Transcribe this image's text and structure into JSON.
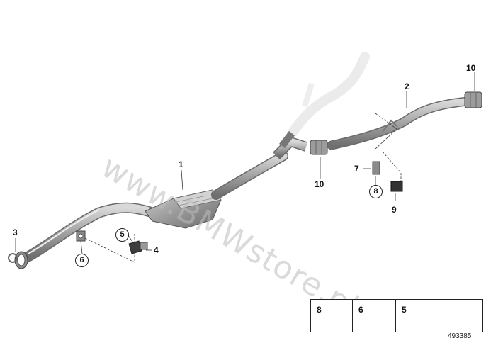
{
  "watermark": "www.BMWstore.pl",
  "callouts": {
    "p1": "1",
    "p2": "2",
    "p3": "3",
    "p4": "4",
    "p5": "5",
    "p6": "6",
    "p7": "7",
    "p8": "8",
    "p9": "9",
    "p10a": "10",
    "p10b": "10"
  },
  "legend": {
    "items": [
      {
        "number": "8",
        "icon": "flange-bolt-icon"
      },
      {
        "number": "6",
        "icon": "flange-nut-icon"
      },
      {
        "number": "5",
        "icon": "bolt-icon"
      }
    ],
    "arrow_icon": "direction-arrow-icon"
  },
  "document_number": "493385"
}
